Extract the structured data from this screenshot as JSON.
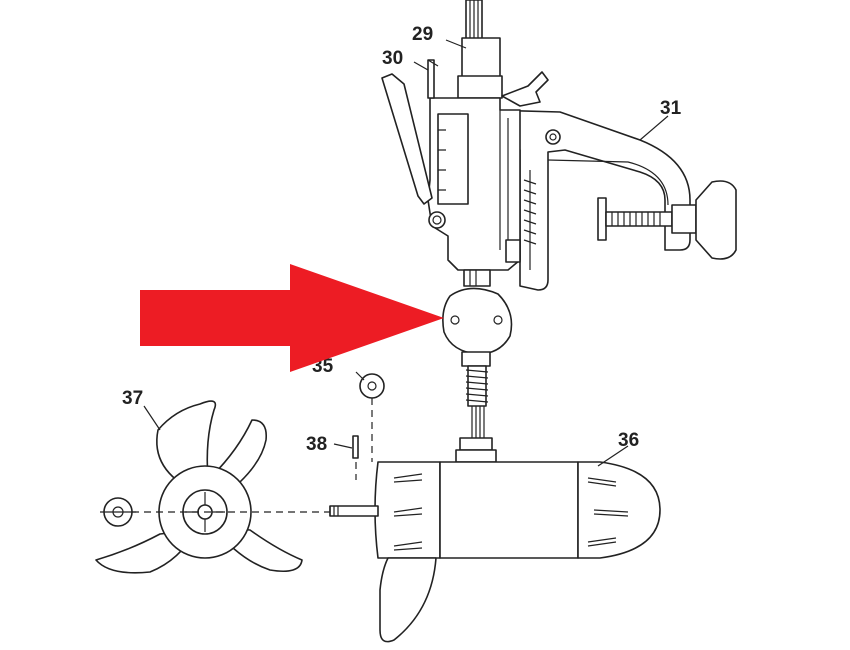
{
  "diagram": {
    "part_labels": {
      "p29": "29",
      "p30": "30",
      "p31": "31",
      "p35": "35",
      "p36": "36",
      "p37": "37",
      "p38": "38"
    },
    "colors": {
      "arrow": "#ED1C24",
      "line": "#222222",
      "background": "#FFFFFF"
    }
  }
}
